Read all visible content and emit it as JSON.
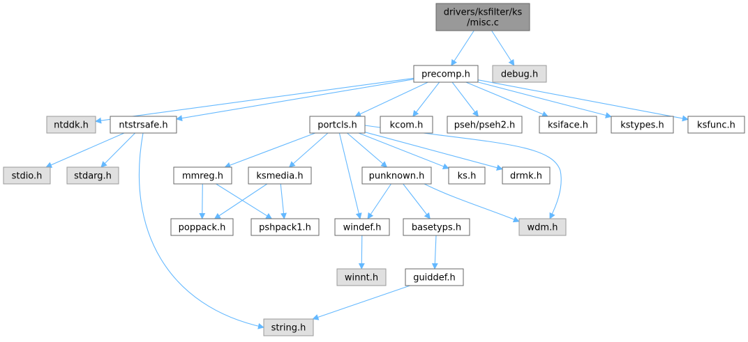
{
  "colors": {
    "root_fill": "#999999",
    "gray_fill": "#e0e0e0",
    "white_fill": "#ffffff",
    "border": "#666666",
    "root_border": "#666666",
    "edge": "#63b8ff",
    "text": "#000000"
  },
  "nodes": [
    {
      "id": "misc_c",
      "lines": [
        "drivers/ksfilter/ks",
        "/misc.c"
      ],
      "style": "root"
    },
    {
      "id": "precomp_h",
      "lines": [
        "precomp.h"
      ],
      "style": "white"
    },
    {
      "id": "debug_h",
      "lines": [
        "debug.h"
      ],
      "style": "gray"
    },
    {
      "id": "ntddk_h",
      "lines": [
        "ntddk.h"
      ],
      "style": "gray"
    },
    {
      "id": "ntstrsafe_h",
      "lines": [
        "ntstrsafe.h"
      ],
      "style": "white"
    },
    {
      "id": "portcls_h",
      "lines": [
        "portcls.h"
      ],
      "style": "white"
    },
    {
      "id": "kcom_h",
      "lines": [
        "kcom.h"
      ],
      "style": "white"
    },
    {
      "id": "pseh2_h",
      "lines": [
        "pseh/pseh2.h"
      ],
      "style": "white"
    },
    {
      "id": "ksiface_h",
      "lines": [
        "ksiface.h"
      ],
      "style": "white"
    },
    {
      "id": "kstypes_h",
      "lines": [
        "kstypes.h"
      ],
      "style": "white"
    },
    {
      "id": "ksfunc_h",
      "lines": [
        "ksfunc.h"
      ],
      "style": "white"
    },
    {
      "id": "stdio_h",
      "lines": [
        "stdio.h"
      ],
      "style": "gray"
    },
    {
      "id": "stdarg_h",
      "lines": [
        "stdarg.h"
      ],
      "style": "gray"
    },
    {
      "id": "mmreg_h",
      "lines": [
        "mmreg.h"
      ],
      "style": "white"
    },
    {
      "id": "ksmedia_h",
      "lines": [
        "ksmedia.h"
      ],
      "style": "white"
    },
    {
      "id": "punknown_h",
      "lines": [
        "punknown.h"
      ],
      "style": "white"
    },
    {
      "id": "ks_h",
      "lines": [
        "ks.h"
      ],
      "style": "white"
    },
    {
      "id": "drmk_h",
      "lines": [
        "drmk.h"
      ],
      "style": "white"
    },
    {
      "id": "poppack_h",
      "lines": [
        "poppack.h"
      ],
      "style": "white"
    },
    {
      "id": "pshpack1_h",
      "lines": [
        "pshpack1.h"
      ],
      "style": "white"
    },
    {
      "id": "windef_h",
      "lines": [
        "windef.h"
      ],
      "style": "white"
    },
    {
      "id": "basetyps_h",
      "lines": [
        "basetyps.h"
      ],
      "style": "white"
    },
    {
      "id": "wdm_h",
      "lines": [
        "wdm.h"
      ],
      "style": "gray"
    },
    {
      "id": "winnt_h",
      "lines": [
        "winnt.h"
      ],
      "style": "gray"
    },
    {
      "id": "guiddef_h",
      "lines": [
        "guiddef.h"
      ],
      "style": "white"
    },
    {
      "id": "string_h",
      "lines": [
        "string.h"
      ],
      "style": "gray"
    }
  ],
  "edges": [
    [
      "misc_c",
      "precomp_h"
    ],
    [
      "misc_c",
      "debug_h"
    ],
    [
      "precomp_h",
      "ntddk_h"
    ],
    [
      "precomp_h",
      "ntstrsafe_h"
    ],
    [
      "precomp_h",
      "portcls_h"
    ],
    [
      "precomp_h",
      "kcom_h"
    ],
    [
      "precomp_h",
      "pseh2_h"
    ],
    [
      "precomp_h",
      "ksiface_h"
    ],
    [
      "precomp_h",
      "kstypes_h"
    ],
    [
      "precomp_h",
      "ksfunc_h"
    ],
    [
      "ntstrsafe_h",
      "stdio_h"
    ],
    [
      "ntstrsafe_h",
      "stdarg_h"
    ],
    [
      "ntstrsafe_h",
      "string_h"
    ],
    [
      "portcls_h",
      "mmreg_h"
    ],
    [
      "portcls_h",
      "ksmedia_h"
    ],
    [
      "portcls_h",
      "punknown_h"
    ],
    [
      "portcls_h",
      "ks_h"
    ],
    [
      "portcls_h",
      "drmk_h"
    ],
    [
      "portcls_h",
      "windef_h"
    ],
    [
      "portcls_h",
      "wdm_h"
    ],
    [
      "mmreg_h",
      "poppack_h"
    ],
    [
      "mmreg_h",
      "pshpack1_h"
    ],
    [
      "ksmedia_h",
      "poppack_h"
    ],
    [
      "ksmedia_h",
      "pshpack1_h"
    ],
    [
      "punknown_h",
      "windef_h"
    ],
    [
      "punknown_h",
      "basetyps_h"
    ],
    [
      "punknown_h",
      "wdm_h"
    ],
    [
      "windef_h",
      "winnt_h"
    ],
    [
      "basetyps_h",
      "guiddef_h"
    ],
    [
      "guiddef_h",
      "string_h"
    ]
  ]
}
